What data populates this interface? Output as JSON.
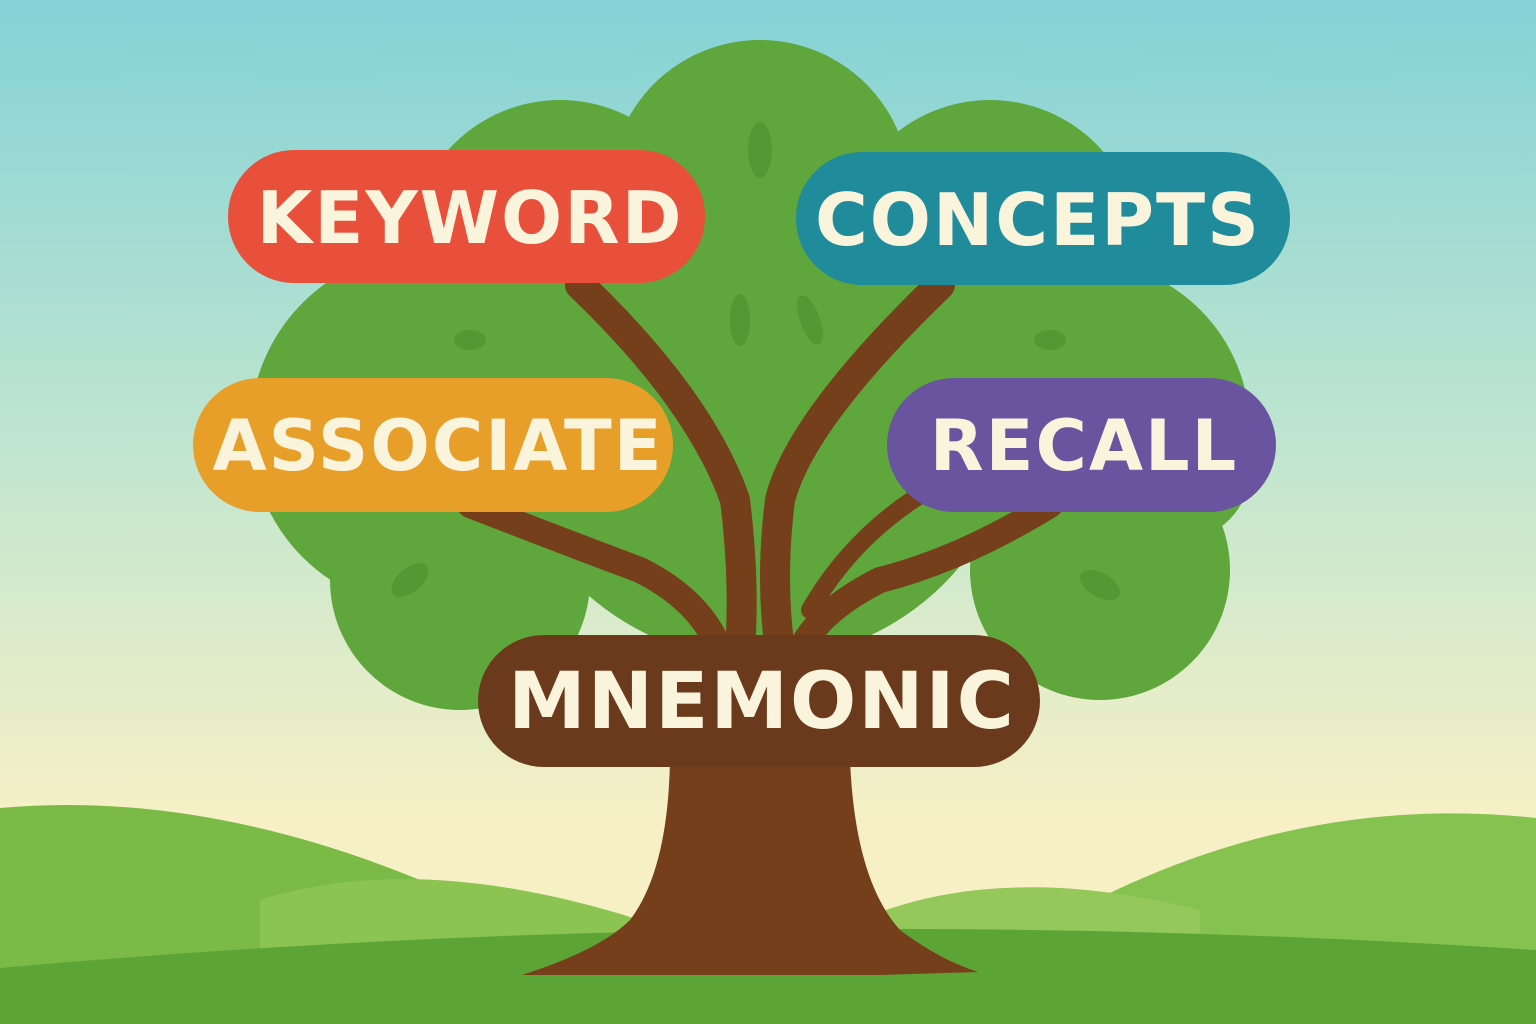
{
  "labels": {
    "keyword": "KEYWORD",
    "concepts": "CONCEPTS",
    "associate": "ASSOCIATE",
    "recall": "RECALL",
    "mnemonic": "MNEMONIC"
  },
  "colors": {
    "keyword": "#e8503c",
    "concepts": "#1f8b9b",
    "associate": "#e89f2a",
    "recall": "#6a539f",
    "mnemonic": "#6b3a1d",
    "canopy": "#5fa63c",
    "trunk": "#753f1c",
    "text": "#fbf4dc"
  }
}
